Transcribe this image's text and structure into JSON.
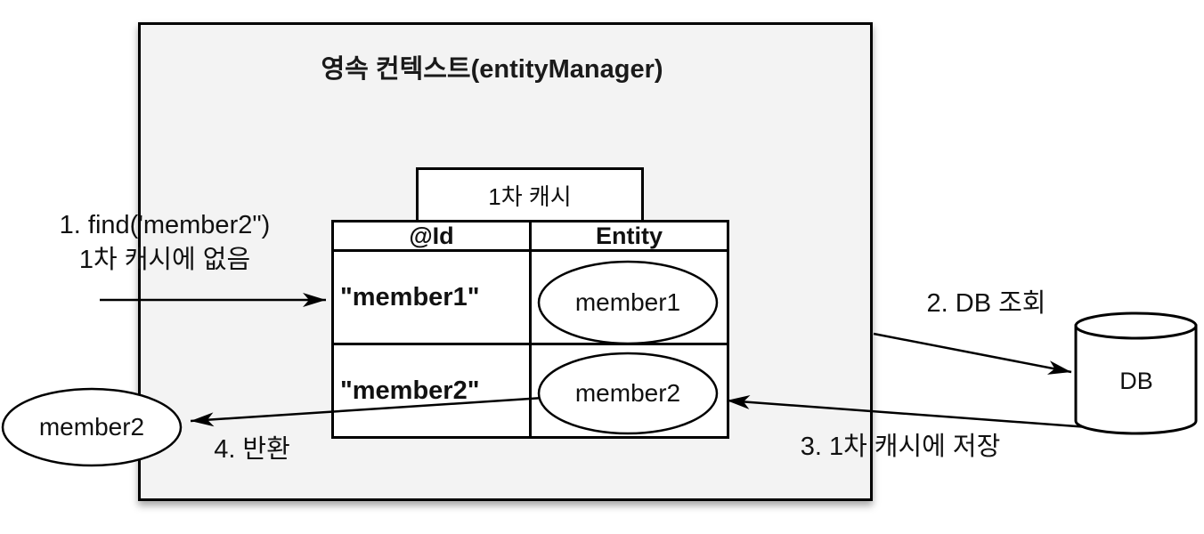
{
  "diagram": {
    "title": "영속 컨텍스트(entityManager)",
    "cache_label": "1차 캐시",
    "table": {
      "headers": [
        "@Id",
        "Entity"
      ],
      "rows": [
        {
          "id": "\"member1\"",
          "entity": "member1"
        },
        {
          "id": "\"member2\"",
          "entity": "member2"
        }
      ]
    },
    "db_label": "DB",
    "returned_entity": "member2",
    "steps": [
      {
        "label": "1. find('member2\")",
        "sublabel": "1차 캐시에 없음"
      },
      {
        "label": "2. DB 조회"
      },
      {
        "label": "3. 1차 캐시에 저장"
      },
      {
        "label": "4. 반환"
      }
    ],
    "colors": {
      "context_fill": "#f3f3f3",
      "stroke": "#000000",
      "shape_fill": "#ffffff"
    }
  }
}
